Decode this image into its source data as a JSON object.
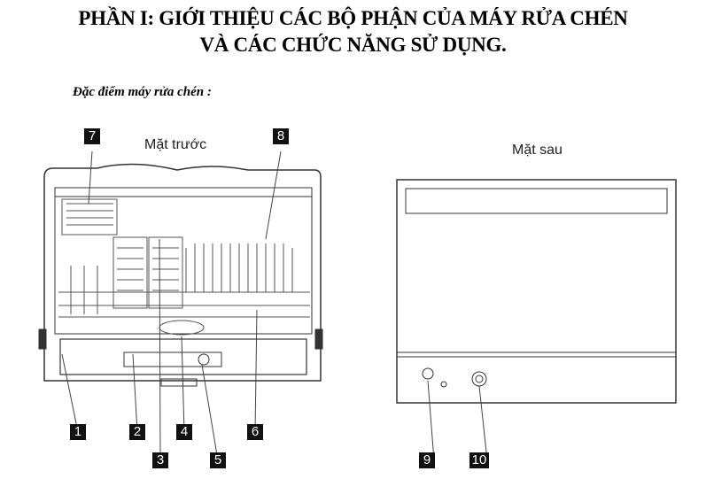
{
  "heading": {
    "line1": "PHẦN I: GIỚI THIỆU CÁC BỘ PHẬN CỦA MÁY RỬA CHÉN",
    "line2": "VÀ CÁC CHỨC NĂNG SỬ DỤNG."
  },
  "subheading": "Đặc điểm máy rửa chén :",
  "front": {
    "caption": "Mặt trước",
    "labels": [
      "1",
      "2",
      "3",
      "4",
      "5",
      "6",
      "7",
      "8"
    ]
  },
  "back": {
    "caption": "Mặt sau",
    "labels": [
      "9",
      "10"
    ]
  }
}
